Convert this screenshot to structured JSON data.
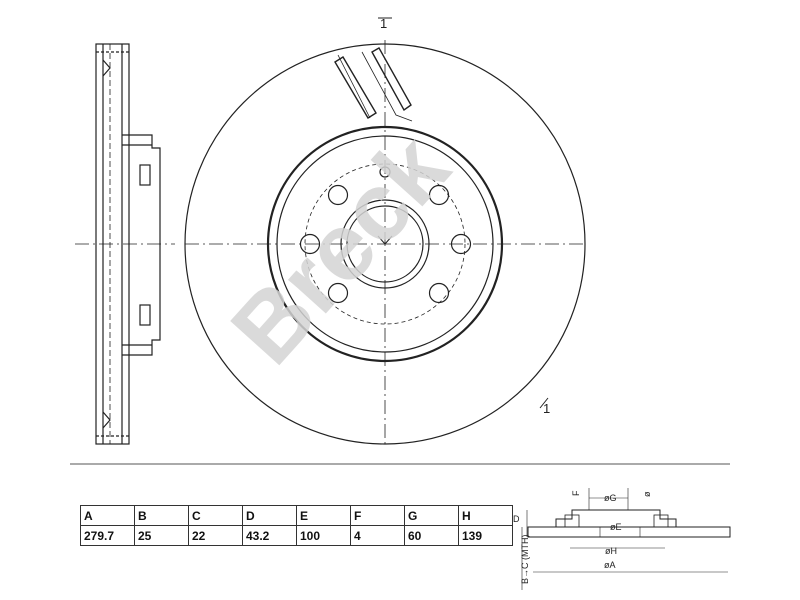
{
  "callouts": {
    "top": "1",
    "right": "1"
  },
  "watermark": {
    "text": "Breck",
    "color": "#d4d4d4"
  },
  "spec_table": {
    "headers": [
      "A",
      "B",
      "C",
      "D",
      "E",
      "F",
      "G",
      "H"
    ],
    "values": [
      "279.7",
      "25",
      "22",
      "43.2",
      "100",
      "4",
      "60",
      "139"
    ]
  },
  "schematic_labels": {
    "d_label": "D",
    "bc_label": "B→C (MTH)",
    "f_label": "F",
    "g_label": "øG",
    "e_label": "øE",
    "h_label": "øH",
    "a_label": "øA",
    "slot_symbol": "ø"
  },
  "colors": {
    "line": "#222222",
    "watermark": "#d4d4d4"
  }
}
